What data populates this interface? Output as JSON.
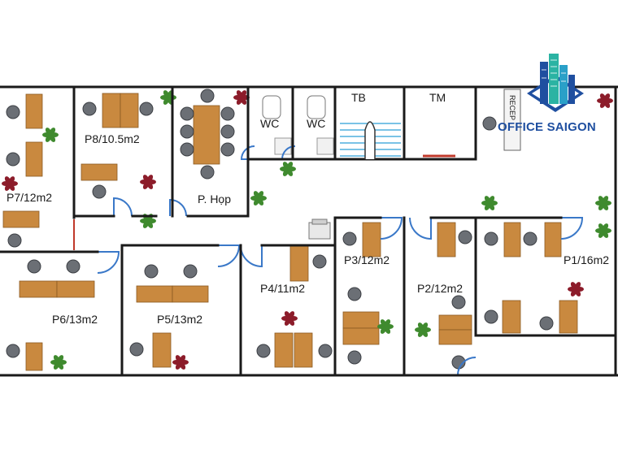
{
  "brand": {
    "name": "OFFICE SAIGON",
    "primary": "#1f4fa0",
    "accent": "#2bb3a3"
  },
  "colors": {
    "wall": "#1a1a1a",
    "desk": "#c9893f",
    "chair": "#6b6f75",
    "door": "#3a78c8",
    "plant": "#3f8a2e",
    "plant_red": "#8c1c2a"
  },
  "rooms": {
    "p7": "P7/12m2",
    "p8": "P8/10.5m2",
    "meeting": "P. Họp",
    "wc1": "WC",
    "wc2": "WC",
    "tb": "TB",
    "tm": "TM",
    "reception": "RECEP",
    "p6": "P6/13m2",
    "p5": "P5/13m2",
    "p4": "P4/11m2",
    "p3": "P3/12m2",
    "p2": "P2/12m2",
    "p1": "P1/16m2"
  },
  "icons": {
    "desk": "desk-icon",
    "chair": "office-chair-icon",
    "plant": "potted-plant-icon",
    "toilet": "toilet-icon",
    "door": "door-swing-icon",
    "stairs": "staircase-icon",
    "logo": "building-logo-icon"
  }
}
